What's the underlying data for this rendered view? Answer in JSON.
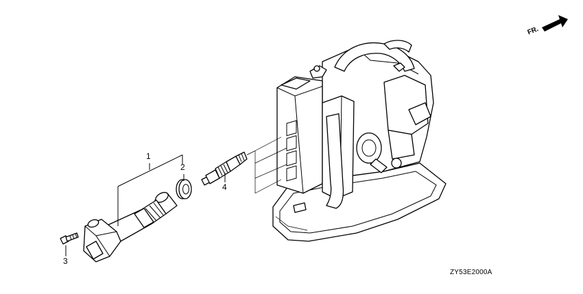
{
  "direction_marker": {
    "text": "FR.",
    "icon": "front-direction-arrow-icon"
  },
  "callouts": [
    {
      "number": "1",
      "part": "ignition coil assembly"
    },
    {
      "number": "2",
      "part": "seal ring"
    },
    {
      "number": "3",
      "part": "bolt"
    },
    {
      "number": "4",
      "part": "spark plug"
    }
  ],
  "diagram_code": "ZY53E2000A"
}
